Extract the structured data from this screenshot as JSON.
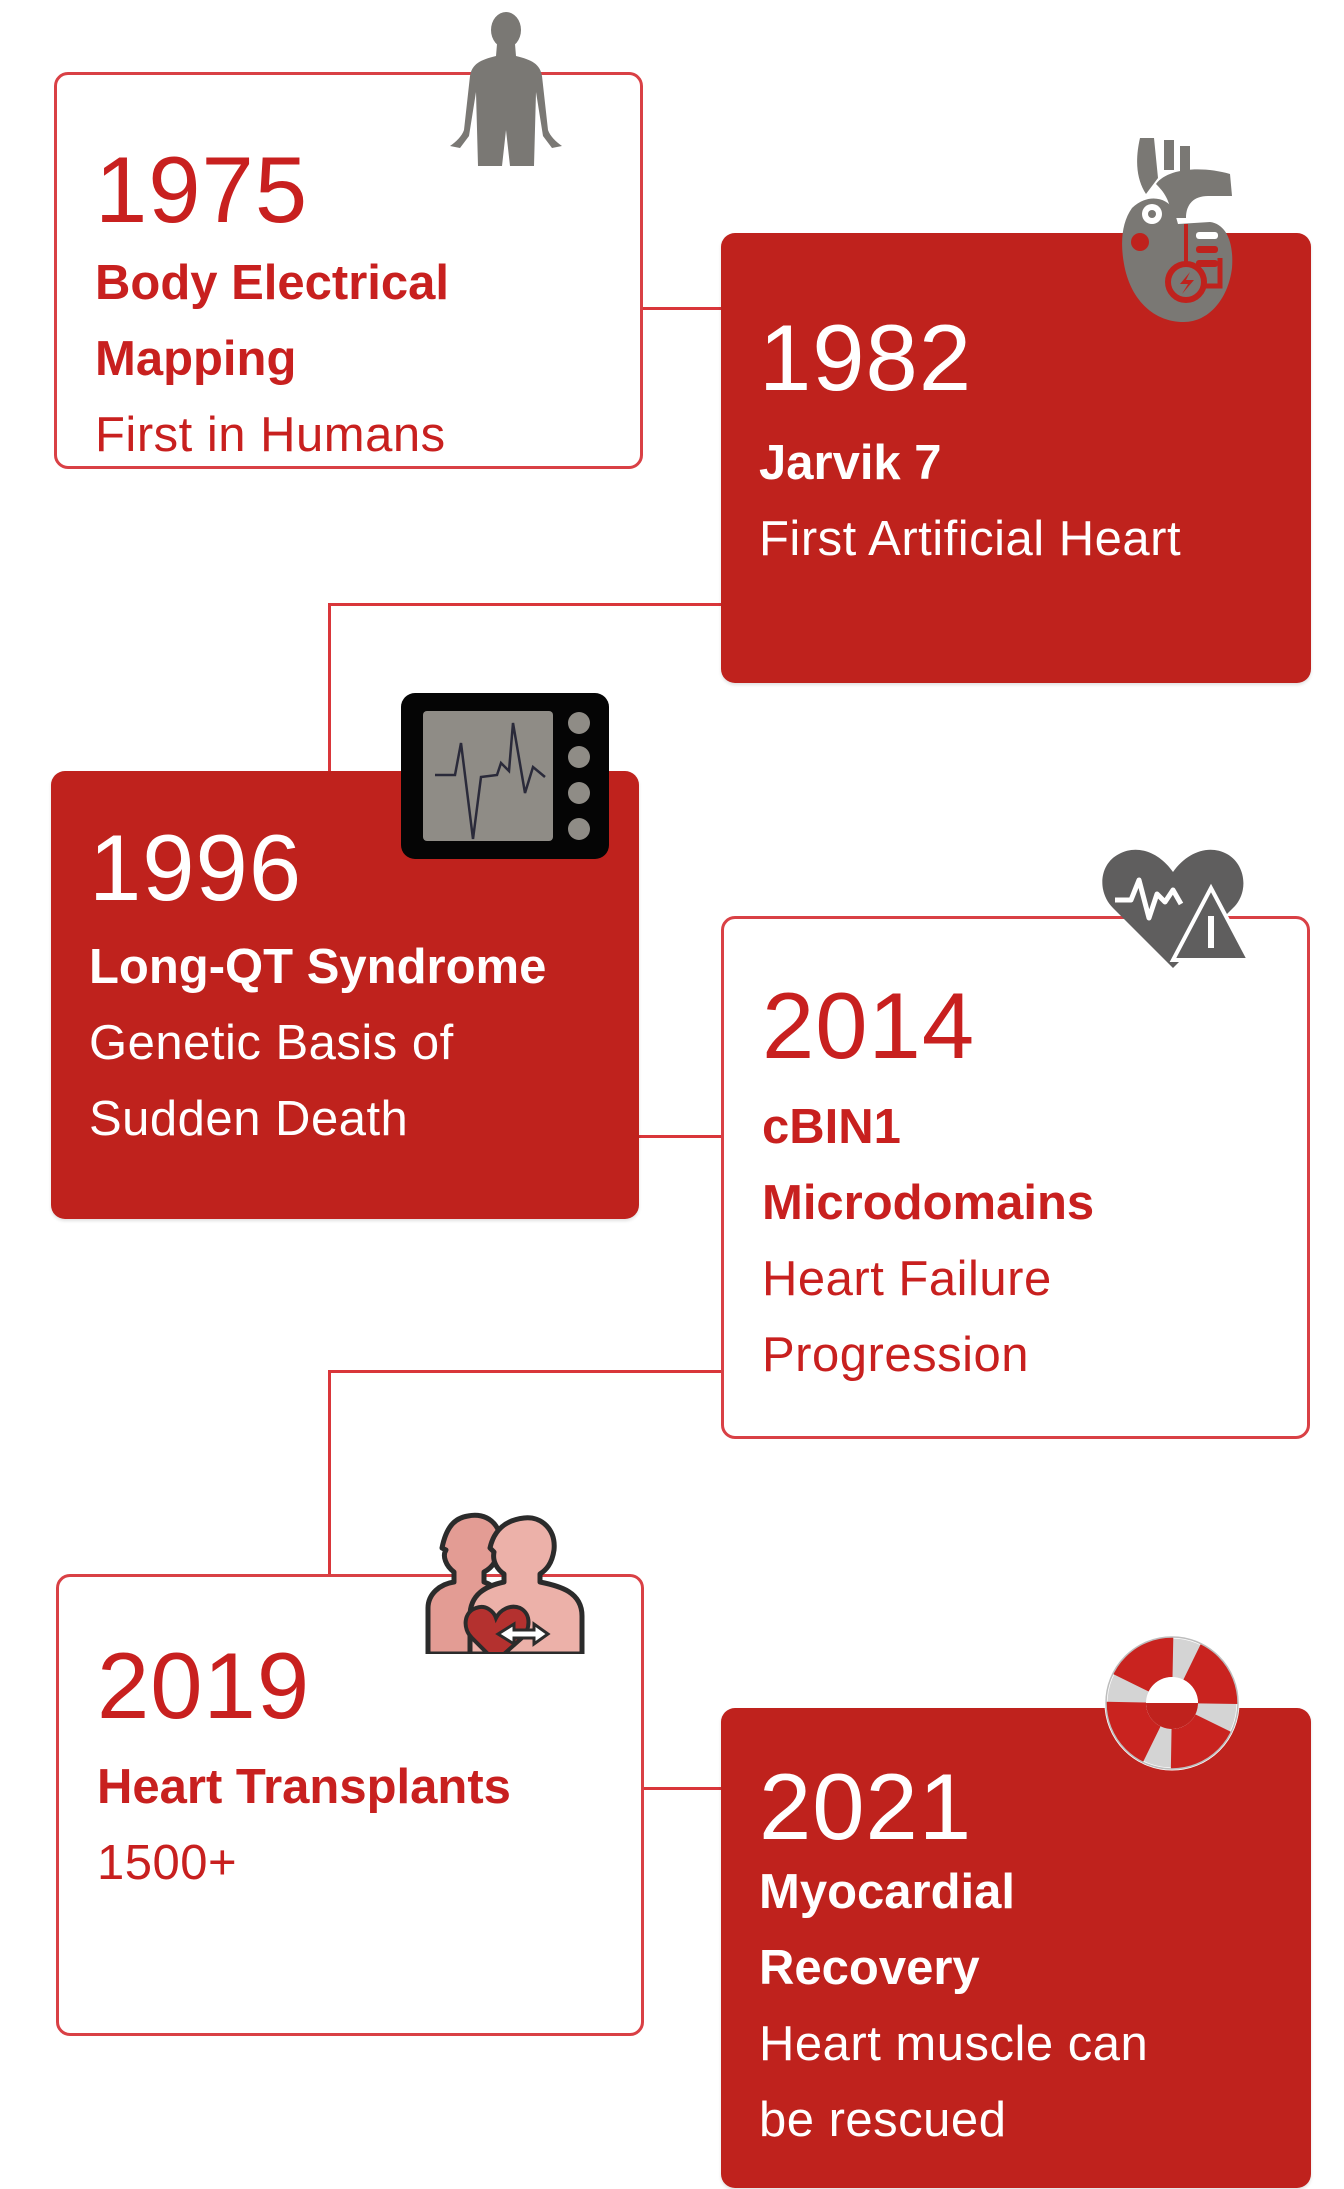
{
  "colors": {
    "brand_red": "#bf221d",
    "text_red": "#c8201f",
    "connector": "#d9363a",
    "icon_gray": "#7a7874",
    "background": "#ffffff"
  },
  "milestones": [
    {
      "year": "1975",
      "title_lines": [
        "Body Electrical",
        "Mapping"
      ],
      "subtitle_lines": [
        "First in Humans"
      ],
      "icon": "human-body-icon",
      "style": "outline"
    },
    {
      "year": "1982",
      "title_lines": [
        "Jarvik 7"
      ],
      "subtitle_lines": [
        "First Artificial Heart"
      ],
      "icon": "artificial-heart-icon",
      "style": "filled"
    },
    {
      "year": "1996",
      "title_lines": [
        "Long-QT Syndrome"
      ],
      "subtitle_lines": [
        "Genetic Basis of",
        "Sudden Death"
      ],
      "icon": "ecg-monitor-icon",
      "style": "filled"
    },
    {
      "year": "2014",
      "title_lines": [
        "cBIN1",
        "Microdomains"
      ],
      "subtitle_lines": [
        "Heart Failure",
        "Progression"
      ],
      "icon": "heart-warning-icon",
      "style": "outline"
    },
    {
      "year": "2019",
      "title_lines": [
        "Heart Transplants"
      ],
      "subtitle_lines": [
        "1500+"
      ],
      "icon": "heart-transplant-icon",
      "style": "outline"
    },
    {
      "year": "2021",
      "title_lines": [
        "Myocardial",
        "Recovery"
      ],
      "subtitle_lines": [
        "Heart muscle can",
        "be rescued"
      ],
      "icon": "lifebuoy-icon",
      "style": "filled"
    }
  ]
}
